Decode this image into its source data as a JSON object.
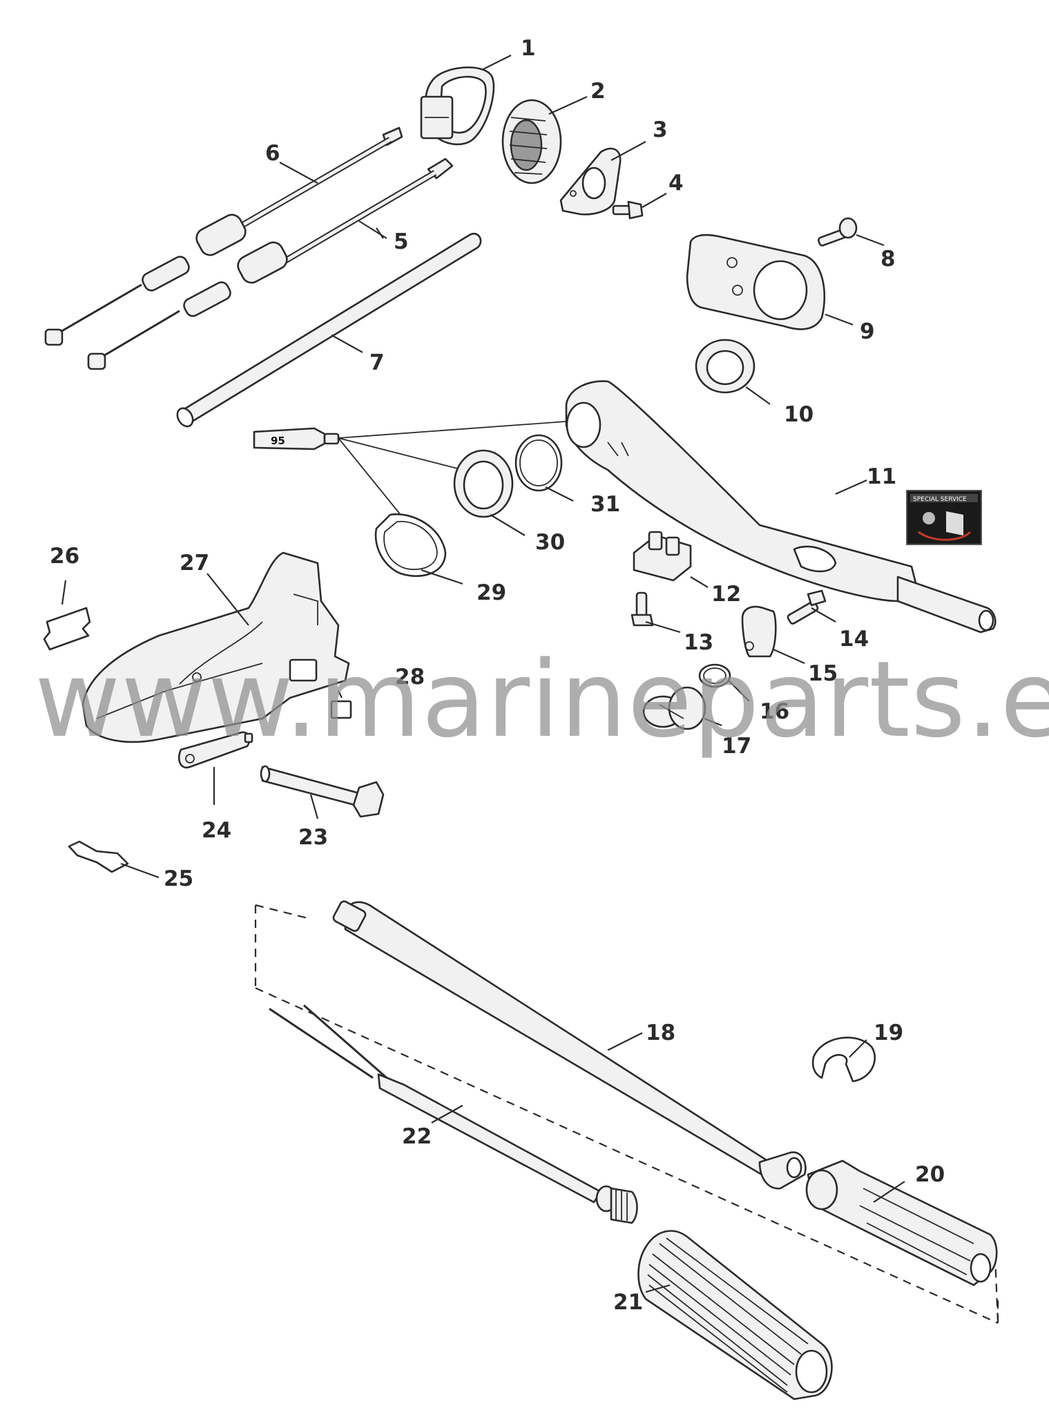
{
  "watermark": "www.marineparts.eu",
  "sealant_tube_label": "95",
  "badge_text": "SPECIAL SERVICE",
  "callouts": [
    "1",
    "2",
    "3",
    "4",
    "5",
    "6",
    "7",
    "8",
    "9",
    "10",
    "11",
    "12",
    "13",
    "14",
    "15",
    "16",
    "17",
    "18",
    "19",
    "20",
    "21",
    "22",
    "23",
    "24",
    "25",
    "26",
    "27",
    "28",
    "29",
    "30",
    "31"
  ],
  "colors": {
    "line": "#2b2b2b",
    "part_fill": "#f1f1f1",
    "watermark": "#8f8f8f",
    "badge_bg": "#1a1a1a",
    "badge_accent": "#c0392b"
  }
}
